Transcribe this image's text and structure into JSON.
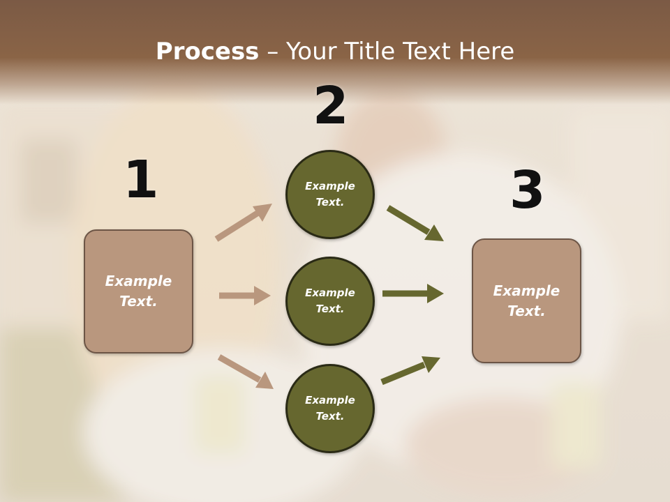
{
  "title": {
    "bold": "Process",
    "rest": " – Your Title Text Here"
  },
  "steps": [
    "1",
    "2",
    "3"
  ],
  "boxes": {
    "left": "Example\nText.",
    "right": "Example\nText."
  },
  "circles": [
    "Example\nText.",
    "Example\nText.",
    "Example\nText."
  ],
  "colors": {
    "title_band": "#8a6446",
    "box_fill": "#b9977e",
    "box_border": "#6c5546",
    "circle_fill": "#66672f",
    "circle_border": "#2a2a15",
    "arrow_in": "#b9977e",
    "arrow_out": "#66672f"
  }
}
